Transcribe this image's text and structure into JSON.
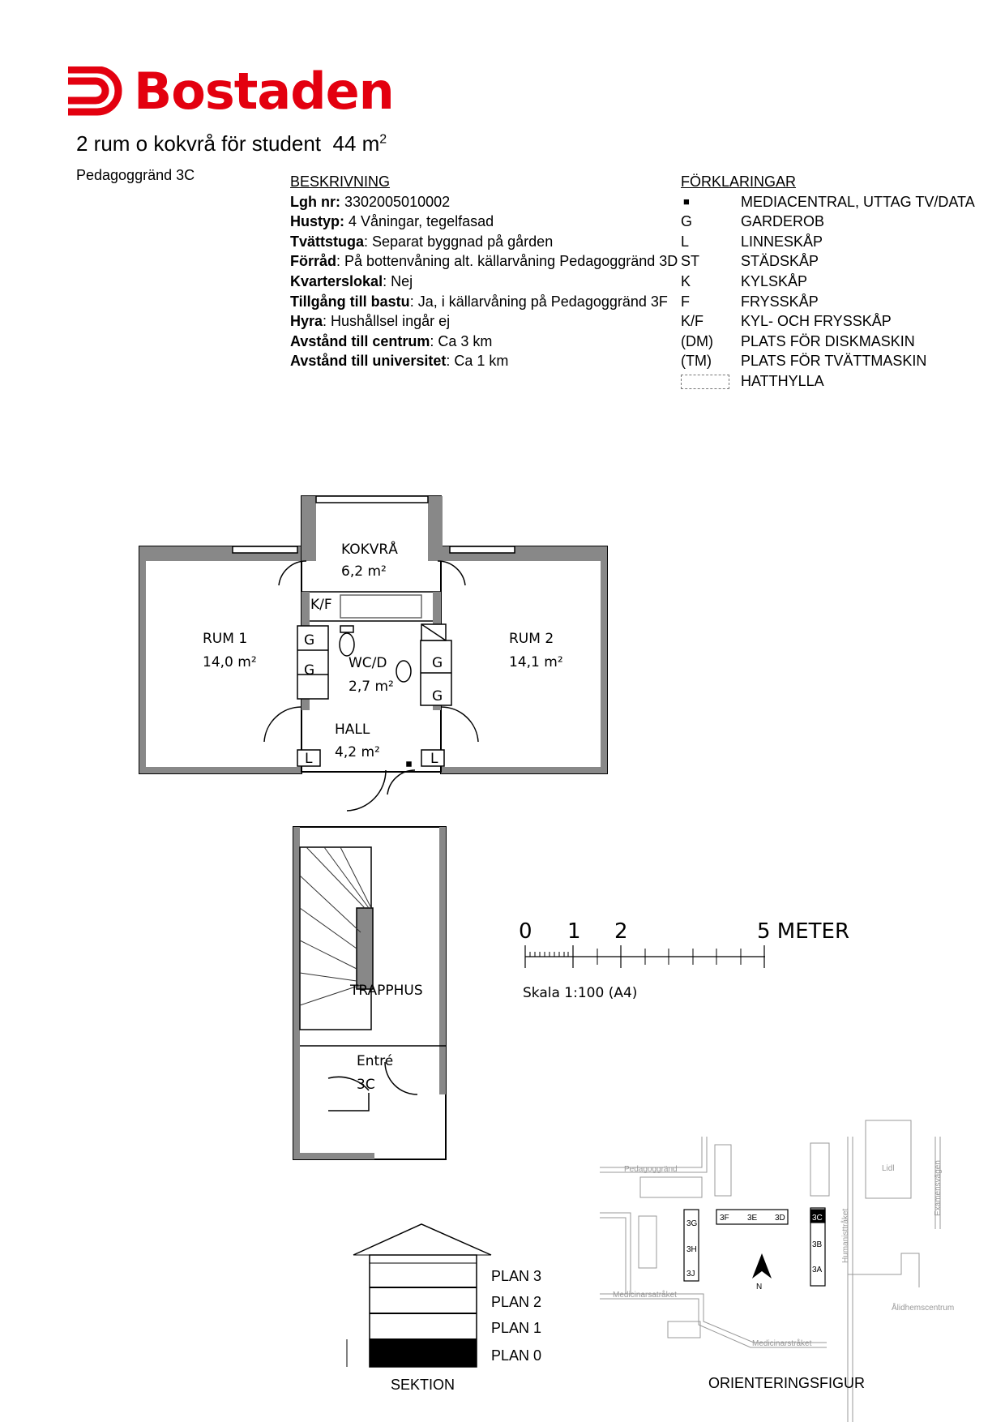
{
  "brand": {
    "name": "Bostaden",
    "color": "#e3000f"
  },
  "title": {
    "text": "2 rum o kokvrå för student",
    "area": "44 m",
    "area_sup": "2"
  },
  "address": "Pedagoggränd 3C",
  "description": {
    "heading": "BESKRIVNING",
    "rows": [
      {
        "label": "Lgh nr:",
        "value": "  3302005010002"
      },
      {
        "label": "Hustyp:",
        "value": " 4 Våningar, tegelfasad"
      },
      {
        "label": "Tvättstuga",
        "value": ": Separat byggnad på gården"
      },
      {
        "label": "Förråd",
        "value": ": På bottenvåning alt. källarvåning Pedagoggränd 3D"
      },
      {
        "label": "Kvarterslokal",
        "value": ": Nej"
      },
      {
        "label": "Tillgång till bastu",
        "value": ": Ja, i källarvåning på Pedagoggränd 3F"
      },
      {
        "label": "Hyra",
        "value": ": Hushållsel ingår ej"
      },
      {
        "label": "Avstånd till centrum",
        "value": ": Ca 3 km"
      },
      {
        "label": "Avstånd till universitet",
        "value": ": Ca 1 km"
      }
    ]
  },
  "legend": {
    "heading": "FÖRKLARINGAR",
    "rows": [
      {
        "symbol": "■",
        "label": "MEDIACENTRAL, UTTAG TV/DATA"
      },
      {
        "symbol": "G",
        "label": "GARDEROB"
      },
      {
        "symbol": "L",
        "label": "LINNESKÅP"
      },
      {
        "symbol": "ST",
        "label": "STÄDSKÅP"
      },
      {
        "symbol": "K",
        "label": "KYLSKÅP"
      },
      {
        "symbol": "F",
        "label": "FRYSSKÅP"
      },
      {
        "symbol": "K/F",
        "label": "KYL- OCH FRYSSKÅP"
      },
      {
        "symbol": "(DM)",
        "label": "PLATS FÖR DISKMASKIN"
      },
      {
        "symbol": "(TM)",
        "label": "PLATS FÖR TVÄTTMASKIN"
      }
    ],
    "hat_label": "HATTHYLLA"
  },
  "plan": {
    "kokvra": "KOKVRÅ",
    "kokvra_area": "6,2 m²",
    "rum1": "RUM 1",
    "rum1_area": "14,0 m²",
    "rum2": "RUM 2",
    "rum2_area": "14,1 m²",
    "wc": "WC/D",
    "wc_area": "2,7 m²",
    "hall": "HALL",
    "hall_area": "4,2 m²",
    "kf": "K/F",
    "g": "G",
    "l": "L",
    "trapphus": "TRAPPHUS",
    "entre": "Entré",
    "entre_code": "3C"
  },
  "scale": {
    "ticks": [
      "0",
      "1",
      "2",
      "5 METER"
    ],
    "label": "Skala 1:100 (A4)"
  },
  "section": {
    "title": "SEKTION",
    "floors": [
      "PLAN 3",
      "PLAN 2",
      "PLAN 1",
      "PLAN 0"
    ],
    "current": "PLAN 0"
  },
  "orientation": {
    "title": "ORIENTERINGSFIGUR",
    "streets": [
      "Pedagoggränd",
      "Medicinarsatråket",
      "Medicinarstråket",
      "Humanisttråket",
      "Examensvägen",
      "Ålidhemscentrum",
      "Lidl"
    ],
    "buildings": [
      "3G",
      "3H",
      "3J",
      "3F",
      "3E",
      "3D",
      "3C",
      "3B",
      "3A"
    ],
    "north": "N"
  }
}
